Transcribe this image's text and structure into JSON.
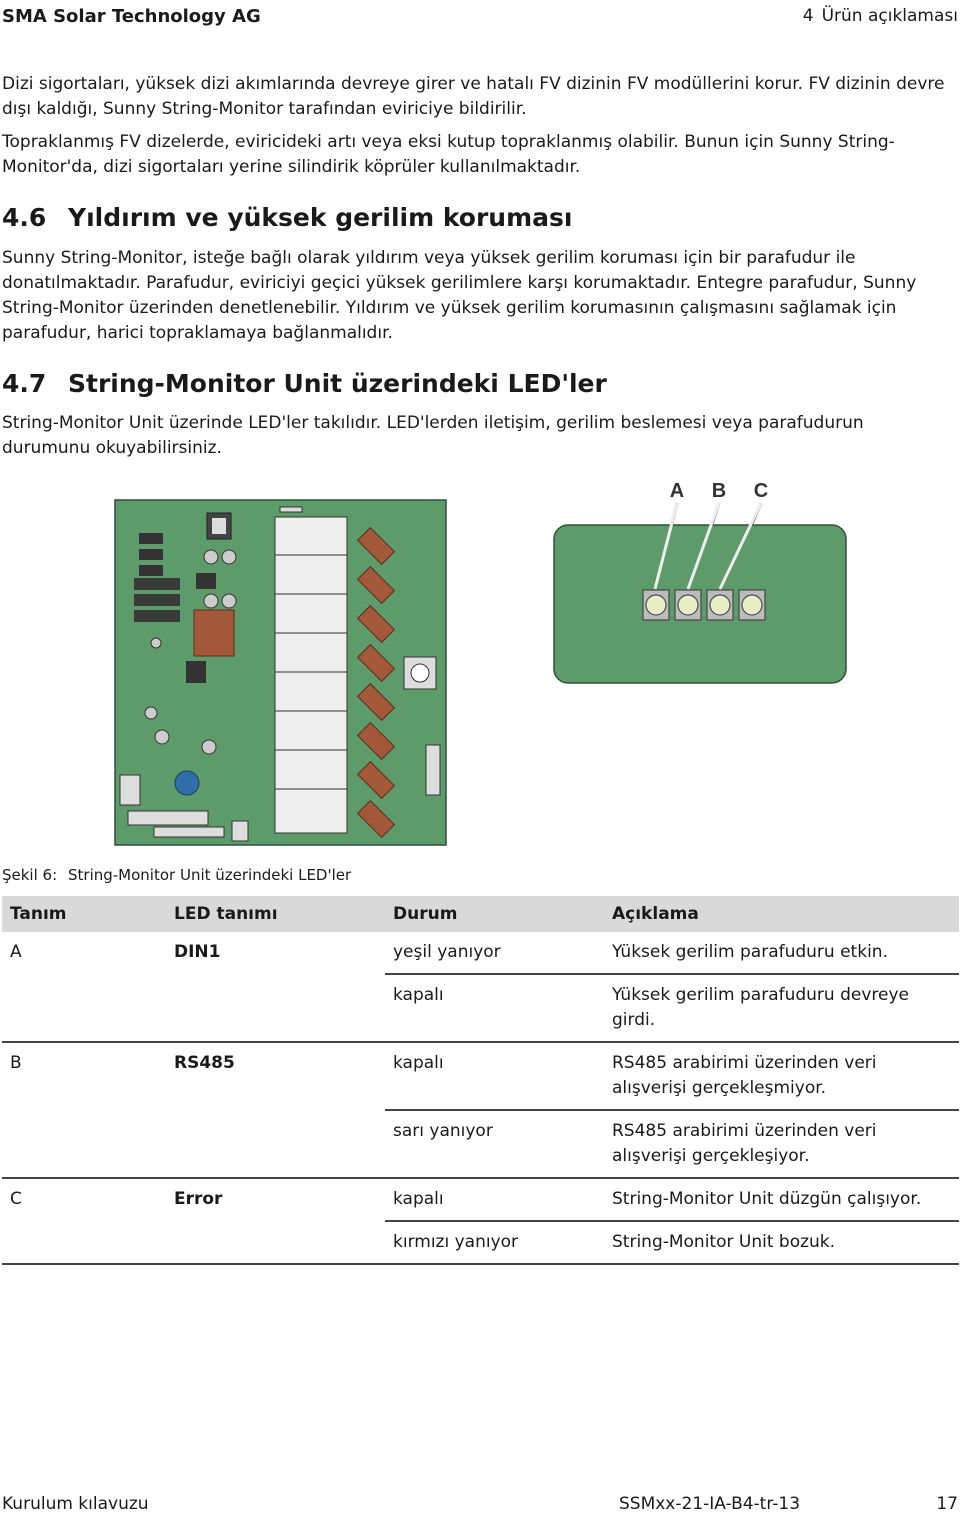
{
  "header": {
    "company": "SMA Solar Technology AG",
    "chapter_number": "4",
    "chapter_title": "Ürün açıklaması"
  },
  "paragraphs": {
    "p1": "Dizi sigortaları, yüksek dizi akımlarında devreye girer ve hatalı FV dizinin FV modüllerini korur. FV dizinin devre dışı kaldığı, Sunny String-Monitor tarafından eviriciye bildirilir.",
    "p2": "Topraklanmış FV dizelerde, eviricideki artı veya eksi kutup topraklanmış olabilir. Bunun için Sunny String-Monitor'da, dizi sigortaları yerine silindirik köprüler kullanılmaktadır."
  },
  "section_4_6": {
    "number": "4.6",
    "title": "Yıldırım ve yüksek gerilim koruması",
    "text": "Sunny String-Monitor, isteğe bağlı olarak yıldırım veya yüksek gerilim koruması için bir parafudur ile donatılmaktadır. Parafudur, eviriciyi geçici yüksek gerilimlere karşı korumaktadır. Entegre parafudur, Sunny String-Monitor üzerinden denetlenebilir. Yıldırım ve yüksek gerilim korumasının çalışmasını sağlamak için parafudur, harici topraklamaya bağlanmalıdır."
  },
  "section_4_7": {
    "number": "4.7",
    "title": "String-Monitor Unit üzerindeki LED'ler",
    "text": "String-Monitor Unit üzerinde LED'ler takılıdır. LED'lerden iletişim, gerilim beslemesi veya parafudurun durumunu okuyabilirsiniz."
  },
  "figure": {
    "labels": [
      "A",
      "B",
      "C"
    ],
    "caption_label": "Şekil 6:",
    "caption_text": "String-Monitor Unit üzerindeki LED'ler",
    "colors": {
      "board": "#5e9b6b",
      "board_dark": "#2f4f37",
      "varistor": "#a4583a",
      "led": "#e9ecc8"
    }
  },
  "table": {
    "headers": [
      "Tanım",
      "LED tanımı",
      "Durum",
      "Açıklama"
    ],
    "rows": [
      {
        "tanim": "A",
        "led": "DIN1",
        "durum": "yeşil yanıyor",
        "aciklama": "Yüksek gerilim parafuduru etkin."
      },
      {
        "tanim": "",
        "led": "",
        "durum": "kapalı",
        "aciklama": "Yüksek gerilim parafuduru devreye girdi."
      },
      {
        "tanim": "B",
        "led": "RS485",
        "durum": "kapalı",
        "aciklama": "RS485 arabirimi üzerinden veri alışverişi gerçekleşmiyor."
      },
      {
        "tanim": "",
        "led": "",
        "durum": "sarı yanıyor",
        "aciklama": "RS485 arabirimi üzerinden veri alışverişi gerçekleşiyor."
      },
      {
        "tanim": "C",
        "led": "Error",
        "durum": "kapalı",
        "aciklama": "String-Monitor Unit düzgün çalışıyor."
      },
      {
        "tanim": "",
        "led": "",
        "durum": "kırmızı yanıyor",
        "aciklama": "String-Monitor Unit bozuk."
      }
    ]
  },
  "footer": {
    "left": "Kurulum kılavuzu",
    "doc_id": "SSMxx-21-IA-B4-tr-13",
    "page": "17"
  }
}
